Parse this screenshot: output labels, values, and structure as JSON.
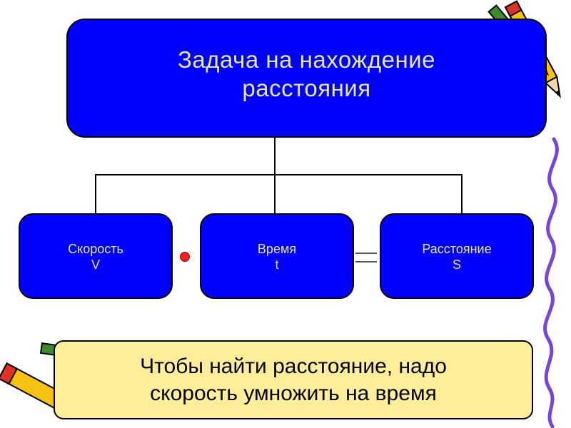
{
  "title": {
    "line1": "Задача на нахождение",
    "line2": "расстояния"
  },
  "nodes": [
    {
      "label": "Скорость",
      "symbol": "V"
    },
    {
      "label": "Время",
      "symbol": "t"
    },
    {
      "label": "Расстояние",
      "symbol": "S"
    }
  ],
  "rule": {
    "line1": "Чтобы найти расстояние, надо",
    "line2": "скорость умножить на время"
  },
  "colors": {
    "box_fill": "#0000ff",
    "box_text": "#e6e6a0",
    "rule_fill": "#ffee99",
    "dot": "#ee2222",
    "squiggle": "#7744dd"
  },
  "icons": {
    "decor_top_right": "pencil-icon",
    "decor_bottom_left": "pencil-icon",
    "decor_right_edge": "squiggle-line-icon"
  }
}
